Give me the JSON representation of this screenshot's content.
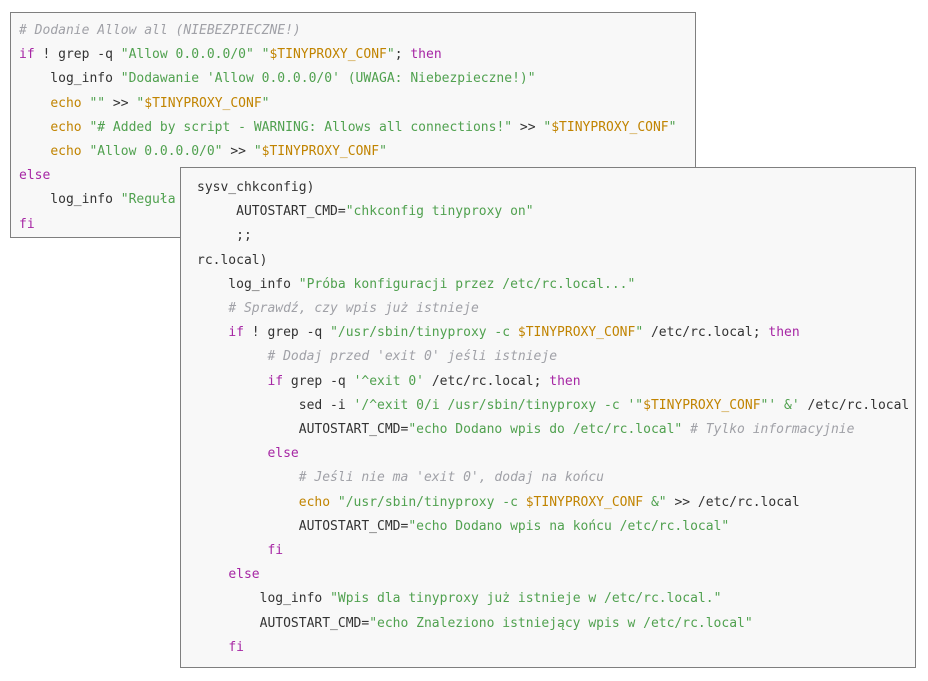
{
  "colors": {
    "keyword": "#a626a4",
    "string": "#50a14f",
    "variable": "#c18401",
    "comment": "#a0a1a7",
    "plain": "#333333",
    "panel_bg": "#f8f8f8",
    "panel_border": "#7f7f7f"
  },
  "panel1": {
    "lines": [
      [
        {
          "t": "cmt",
          "s": "# Dodanie Allow all (NIEBEZPIECZNE!)"
        }
      ],
      [
        {
          "t": "kw",
          "s": "if"
        },
        {
          "t": "p",
          "s": " ! grep -q "
        },
        {
          "t": "str",
          "s": "\"Allow 0.0.0.0/0\""
        },
        {
          "t": "p",
          "s": " "
        },
        {
          "t": "str",
          "s": "\""
        },
        {
          "t": "var",
          "s": "$TINYPROXY_CONF"
        },
        {
          "t": "str",
          "s": "\""
        },
        {
          "t": "p",
          "s": "; "
        },
        {
          "t": "kw",
          "s": "then"
        }
      ],
      [
        {
          "t": "p",
          "s": "    log_info "
        },
        {
          "t": "str",
          "s": "\"Dodawanie 'Allow 0.0.0.0/0' (UWAGA: Niebezpieczne!)\""
        }
      ],
      [
        {
          "t": "p",
          "s": "    "
        },
        {
          "t": "var",
          "s": "echo"
        },
        {
          "t": "p",
          "s": " "
        },
        {
          "t": "str",
          "s": "\"\""
        },
        {
          "t": "p",
          "s": " >> "
        },
        {
          "t": "str",
          "s": "\""
        },
        {
          "t": "var",
          "s": "$TINYPROXY_CONF"
        },
        {
          "t": "str",
          "s": "\""
        }
      ],
      [
        {
          "t": "p",
          "s": "    "
        },
        {
          "t": "var",
          "s": "echo"
        },
        {
          "t": "p",
          "s": " "
        },
        {
          "t": "str",
          "s": "\"# Added by script - WARNING: Allows all connections!\""
        },
        {
          "t": "p",
          "s": " >> "
        },
        {
          "t": "str",
          "s": "\""
        },
        {
          "t": "var",
          "s": "$TINYPROXY_CONF"
        },
        {
          "t": "str",
          "s": "\""
        }
      ],
      [
        {
          "t": "p",
          "s": "    "
        },
        {
          "t": "var",
          "s": "echo"
        },
        {
          "t": "p",
          "s": " "
        },
        {
          "t": "str",
          "s": "\"Allow 0.0.0.0/0\""
        },
        {
          "t": "p",
          "s": " >> "
        },
        {
          "t": "str",
          "s": "\""
        },
        {
          "t": "var",
          "s": "$TINYPROXY_CONF"
        },
        {
          "t": "str",
          "s": "\""
        }
      ],
      [
        {
          "t": "kw",
          "s": "else"
        }
      ],
      [
        {
          "t": "p",
          "s": "    log_info "
        },
        {
          "t": "str",
          "s": "\"Reguła"
        }
      ],
      [
        {
          "t": "kw",
          "s": "fi"
        }
      ]
    ]
  },
  "panel2": {
    "lines": [
      [
        {
          "t": "p",
          "s": "sysv_chkconfig)"
        }
      ],
      [
        {
          "t": "p",
          "s": "     AUTOSTART_CMD="
        },
        {
          "t": "str",
          "s": "\"chkconfig tinyproxy on\""
        }
      ],
      [
        {
          "t": "p",
          "s": "     ;;"
        }
      ],
      [
        {
          "t": "p",
          "s": "rc.local)"
        }
      ],
      [
        {
          "t": "p",
          "s": "    log_info "
        },
        {
          "t": "str",
          "s": "\"Próba konfiguracji przez /etc/rc.local...\""
        }
      ],
      [
        {
          "t": "p",
          "s": "    "
        },
        {
          "t": "cmt",
          "s": "# Sprawdź, czy wpis już istnieje"
        }
      ],
      [
        {
          "t": "p",
          "s": "    "
        },
        {
          "t": "kw",
          "s": "if"
        },
        {
          "t": "p",
          "s": " ! grep -q "
        },
        {
          "t": "str",
          "s": "\"/usr/sbin/tinyproxy -c "
        },
        {
          "t": "var",
          "s": "$TINYPROXY_CONF"
        },
        {
          "t": "str",
          "s": "\""
        },
        {
          "t": "p",
          "s": " /etc/rc.local; "
        },
        {
          "t": "kw",
          "s": "then"
        }
      ],
      [
        {
          "t": "p",
          "s": "         "
        },
        {
          "t": "cmt",
          "s": "# Dodaj przed 'exit 0' jeśli istnieje"
        }
      ],
      [
        {
          "t": "p",
          "s": "         "
        },
        {
          "t": "kw",
          "s": "if"
        },
        {
          "t": "p",
          "s": " grep -q "
        },
        {
          "t": "str",
          "s": "'^exit 0'"
        },
        {
          "t": "p",
          "s": " /etc/rc.local; "
        },
        {
          "t": "kw",
          "s": "then"
        }
      ],
      [
        {
          "t": "p",
          "s": "             sed -i "
        },
        {
          "t": "str",
          "s": "'/^exit 0/i /usr/sbin/tinyproxy -c '\""
        },
        {
          "t": "var",
          "s": "$TINYPROXY_CONF"
        },
        {
          "t": "str",
          "s": "\"' &'"
        },
        {
          "t": "p",
          "s": " /etc/rc.local"
        }
      ],
      [
        {
          "t": "p",
          "s": "             AUTOSTART_CMD="
        },
        {
          "t": "str",
          "s": "\"echo Dodano wpis do /etc/rc.local\""
        },
        {
          "t": "p",
          "s": " "
        },
        {
          "t": "cmt",
          "s": "# Tylko informacyjnie"
        }
      ],
      [
        {
          "t": "p",
          "s": "         "
        },
        {
          "t": "kw",
          "s": "else"
        }
      ],
      [
        {
          "t": "p",
          "s": "             "
        },
        {
          "t": "cmt",
          "s": "# Jeśli nie ma 'exit 0', dodaj na końcu"
        }
      ],
      [
        {
          "t": "p",
          "s": "             "
        },
        {
          "t": "var",
          "s": "echo"
        },
        {
          "t": "p",
          "s": " "
        },
        {
          "t": "str",
          "s": "\"/usr/sbin/tinyproxy -c "
        },
        {
          "t": "var",
          "s": "$TINYPROXY_CONF"
        },
        {
          "t": "str",
          "s": " &\""
        },
        {
          "t": "p",
          "s": " >> /etc/rc.local"
        }
      ],
      [
        {
          "t": "p",
          "s": "             AUTOSTART_CMD="
        },
        {
          "t": "str",
          "s": "\"echo Dodano wpis na końcu /etc/rc.local\""
        }
      ],
      [
        {
          "t": "p",
          "s": "         "
        },
        {
          "t": "kw",
          "s": "fi"
        }
      ],
      [
        {
          "t": "p",
          "s": "    "
        },
        {
          "t": "kw",
          "s": "else"
        }
      ],
      [
        {
          "t": "p",
          "s": "        log_info "
        },
        {
          "t": "str",
          "s": "\"Wpis dla tinyproxy już istnieje w /etc/rc.local.\""
        }
      ],
      [
        {
          "t": "p",
          "s": "        AUTOSTART_CMD="
        },
        {
          "t": "str",
          "s": "\"echo Znaleziono istniejący wpis w /etc/rc.local\""
        }
      ],
      [
        {
          "t": "p",
          "s": "    "
        },
        {
          "t": "kw",
          "s": "fi"
        }
      ]
    ]
  }
}
